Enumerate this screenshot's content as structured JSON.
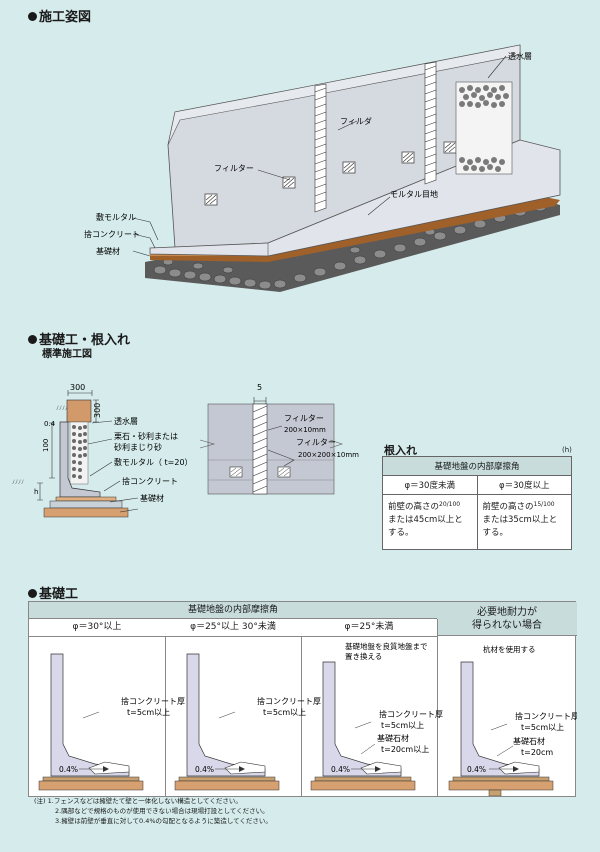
{
  "section1": {
    "title": "施工姿図",
    "labels": {
      "toumizuso": "透水層",
      "filter_top": "フィルダ",
      "filter_mid": "フィルター",
      "mortar_joint": "モルタル目地",
      "shiki_mortar": "敷モルタル",
      "sute_concrete": "捨コンクリート",
      "kisozai": "基礎材"
    }
  },
  "section2": {
    "title": "基礎工・根入れ",
    "subtitle": "標準施工図",
    "dims": {
      "w300": "300",
      "h300": "300",
      "five": "5",
      "d04": "0.4",
      "d100": "100",
      "h": "h"
    },
    "labels": {
      "toumizuso": "透水層",
      "gravel1": "栗石・砂利または",
      "gravel2": "砂利まじり砂",
      "shiki_mortar": "敷モルタル（ t=20）",
      "sute_concrete": "捨コンクリート",
      "kisozai": "基礎材",
      "filter1": "フィルター",
      "filter1_size": "200×10mm",
      "filter2": "フィルター",
      "filter2_size": "200×200×10mm"
    },
    "neire": {
      "title": "根入れ",
      "unit": "(h)",
      "header": "基礎地盤の内部摩擦角",
      "col1_head": "φ＝30度未満",
      "col2_head": "φ＝30度以上",
      "col1_line1": "前壁の高さの",
      "col1_frac": "20/100",
      "col1_line2": "または45cm以上と",
      "col1_line3": "する。",
      "col2_line1": "前壁の高さの",
      "col2_frac": "15/100",
      "col2_line2": "または35cm以上と",
      "col2_line3": "する。"
    }
  },
  "section3": {
    "title": "基礎工",
    "header_main": "基礎地盤の内部摩擦角",
    "header_right1": "必要地耐力が",
    "header_right2": "得られない場合",
    "cols": [
      {
        "head": "φ＝30°以上",
        "label1": "捨コンクリート厚",
        "label2": "t=5cm以上",
        "slope": "0.4%"
      },
      {
        "head": "φ＝25°以上 30°未満",
        "label1": "捨コンクリート厚",
        "label2": "t=5cm以上",
        "slope": "0.4%"
      },
      {
        "head": "φ＝25°未満",
        "note1": "基礎地盤を良質地盤まで",
        "note2": "置き換える",
        "label1": "捨コンクリート厚",
        "label2": "t=5cm以上",
        "label3": "基礎石材",
        "label4": "t=20cm以上",
        "slope": "0.4%"
      },
      {
        "head": "",
        "note1": "杭材を使用する",
        "label1": "捨コンクリート厚",
        "label2": "t=5cm以上",
        "label3": "基礎石材",
        "label4": "t=20cm",
        "slope": "0.4%"
      }
    ],
    "notes": [
      "(注) 1.フェンスなどは擁壁たて壁と一体化しない構造としてください。",
      "2.隅部などで規格のものが使用できない場合は現場打設としてください。",
      "3.擁壁は前壁が垂直に対して0.4%の勾配となるように築造してください。"
    ]
  }
}
